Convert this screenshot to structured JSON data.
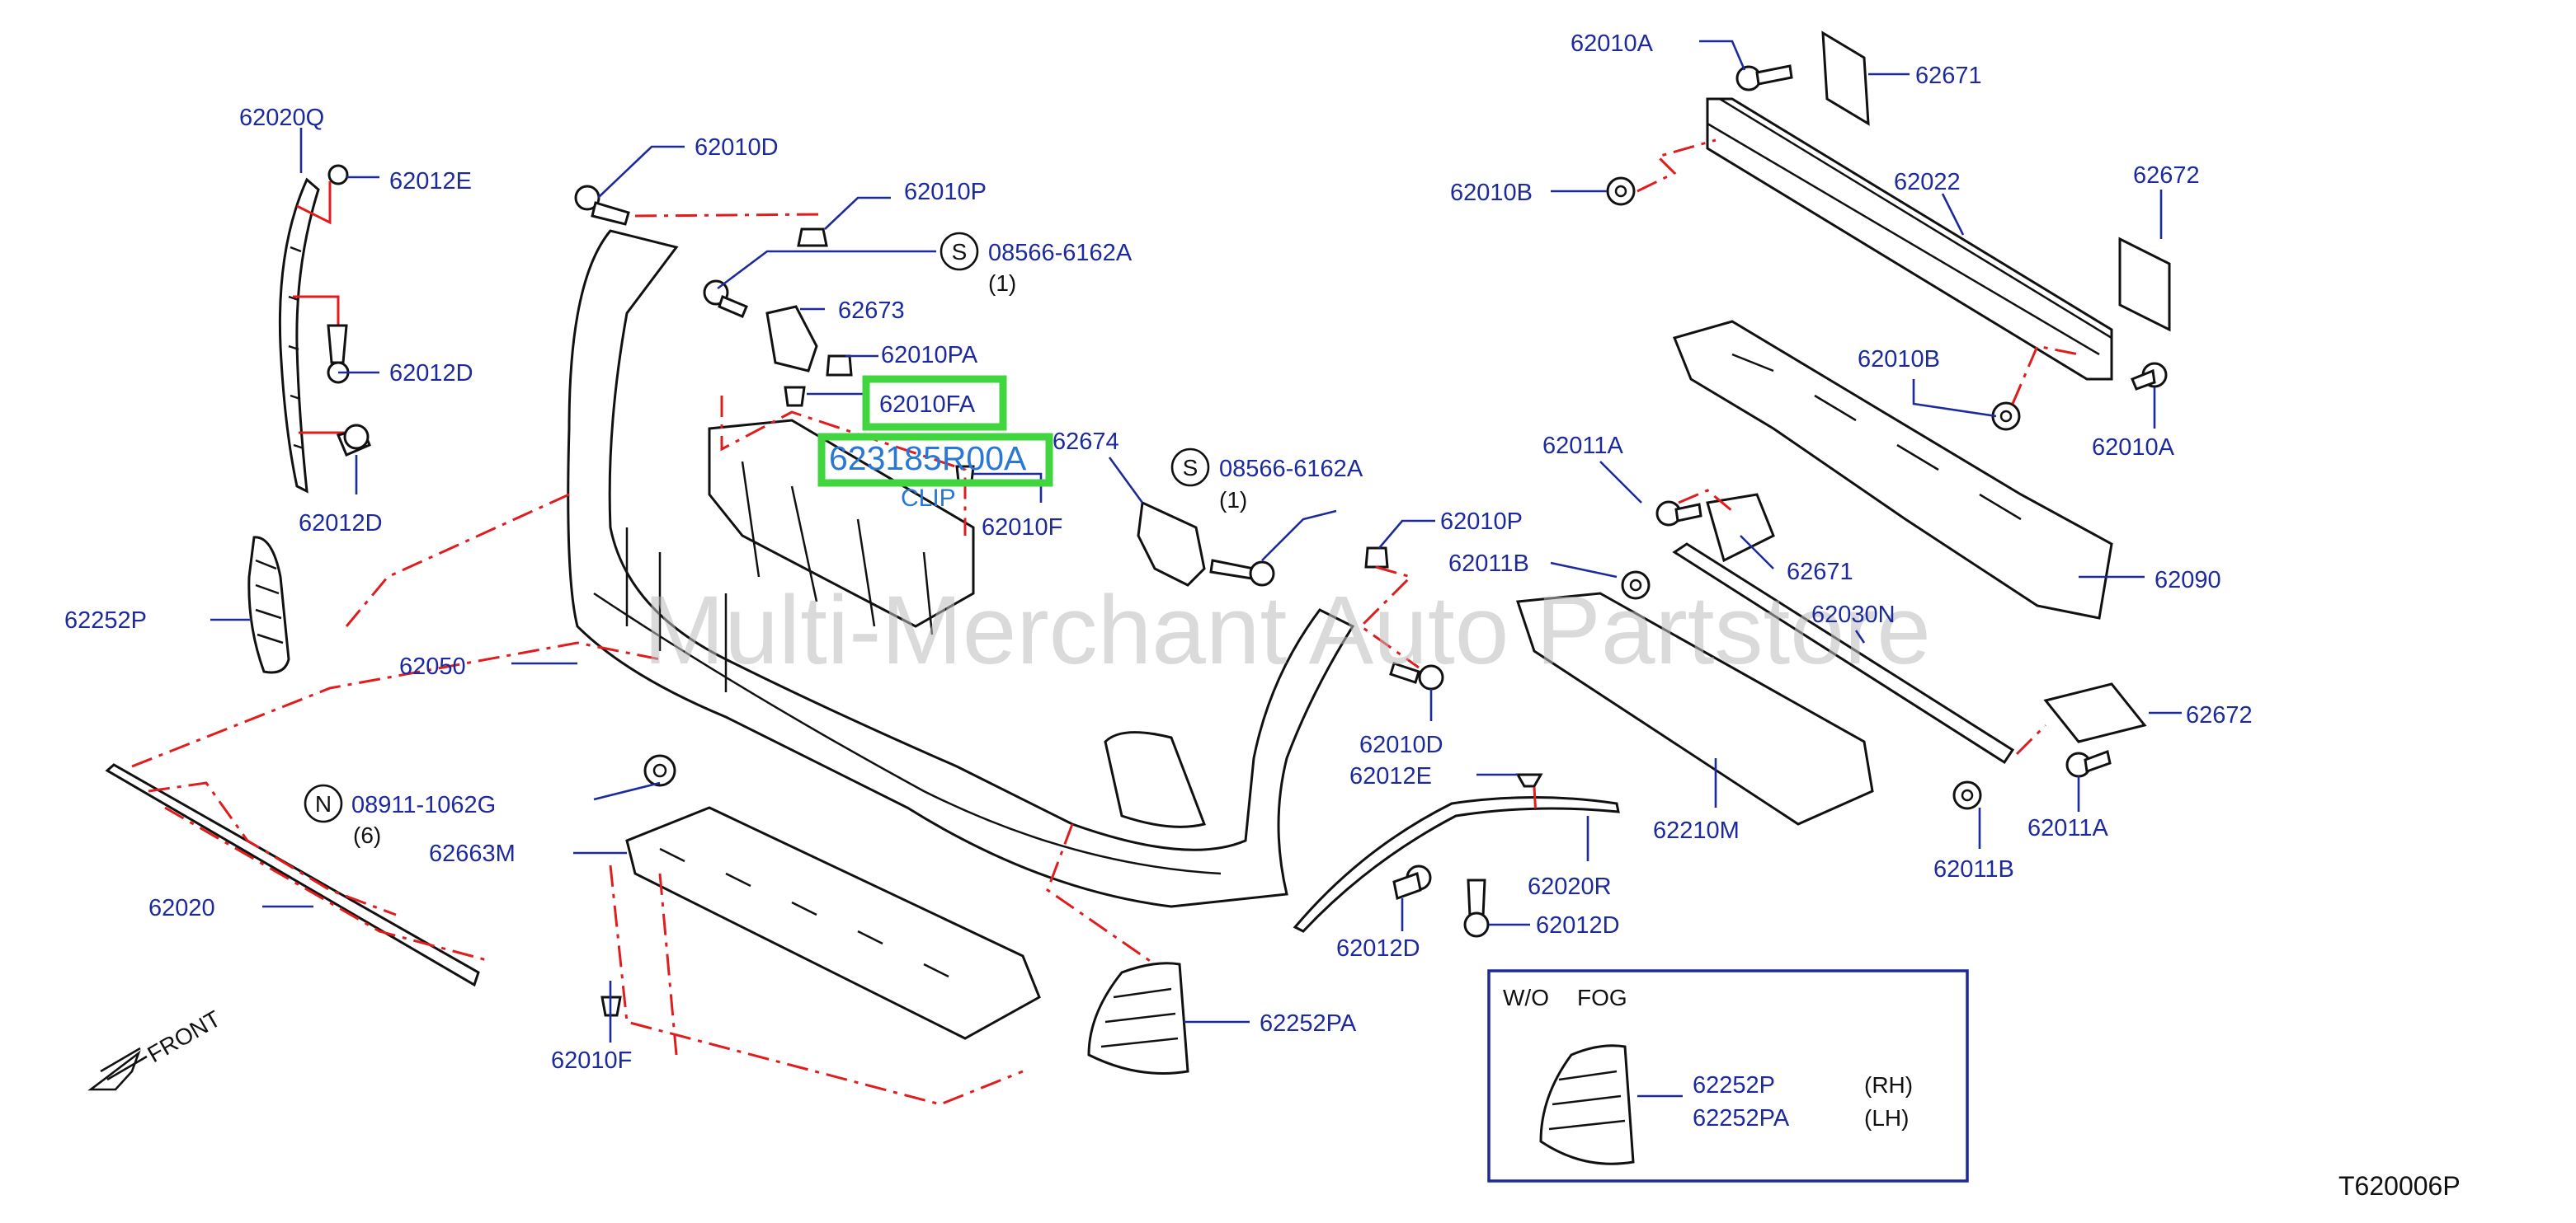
{
  "diagram": {
    "drawing_code": "T620006P",
    "watermark": "Multi-Merchant Auto Partstore",
    "front_label": "FRONT",
    "callouts": {
      "p62020Q": "62020Q",
      "p62012E_a": "62012E",
      "p62012D_a": "62012D",
      "p62012D_b": "62012D",
      "p62252P": "62252P",
      "p62050": "62050",
      "p62020": "62020",
      "p62010D_a": "62010D",
      "p62010P_a": "62010P",
      "s08566_a": "08566-6162A",
      "s08566_a_qty": "(1)",
      "p62673": "62673",
      "p62010PA": "62010PA",
      "p62010FA": "62010FA",
      "p623185R00A": "623185R00A",
      "clip": "CLIP",
      "p62010F_a": "62010F",
      "p62674": "62674",
      "s08566_b": "08566-6162A",
      "s08566_b_qty": "(1)",
      "n08911": "08911-1062G",
      "n08911_qty": "(6)",
      "p62663M": "62663M",
      "p62010F_b": "62010F",
      "p62010P_b": "62010P",
      "p62011B_a": "62011B",
      "p62010D_b": "62010D",
      "p62012E_b": "62012E",
      "p62012D_c": "62012D",
      "p62012D_d": "62012D",
      "p62020R": "62020R",
      "p62252PA": "62252PA",
      "p62010A_a": "62010A",
      "p62671_a": "62671",
      "p62010B_a": "62010B",
      "p62022": "62022",
      "p62672_a": "62672",
      "p62010B_b": "62010B",
      "p62010A_b": "62010A",
      "p62011A_a": "62011A",
      "p62671_b": "62671",
      "p62090": "62090",
      "p62030N": "62030N",
      "p62672_b": "62672",
      "p62210M": "62210M",
      "p62011B_b": "62011B",
      "p62011A_b": "62011A"
    },
    "symbols": {
      "s_a": "S",
      "s_b": "S",
      "n": "N"
    },
    "inset": {
      "title_wo": "W/O",
      "title_fog": "FOG",
      "row1_part": "62252P",
      "row1_side": "(RH)",
      "row2_part": "62252PA",
      "row2_side": "(LH)"
    },
    "colors": {
      "label": "#1c2a9c",
      "leader_red": "#e01c1c",
      "highlight": "#41d63f",
      "highlight_text": "#2a78d6"
    }
  }
}
